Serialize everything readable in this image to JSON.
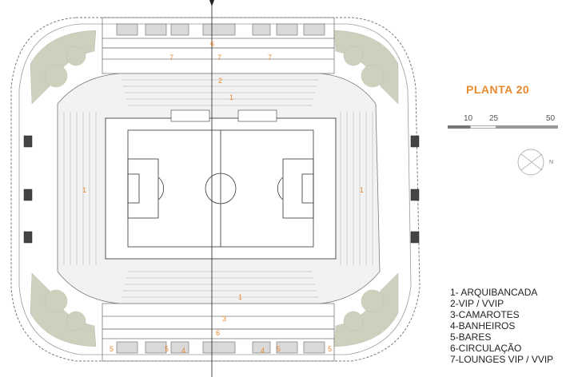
{
  "plan_title": "PLANTA 20",
  "scale_labels": [
    "10",
    "25",
    "50"
  ],
  "north_label": "N",
  "legend": [
    "1- ARQUIBANCADA",
    "2-VIP / VVIP",
    "3-CAMAROTES",
    "4-BANHEIROS",
    "5-BARES",
    "6-CIRCULAÇÃO",
    "7-LOUNGES VIP / VVIP"
  ],
  "zone_labels": {
    "stands": "1",
    "vip": "2",
    "boxes": "3",
    "restrooms": "4",
    "bars": "5",
    "circulation": "6",
    "lounges": "7"
  },
  "colors": {
    "label_orange": "#e98a2e",
    "line": "#7a7a7a",
    "trees": "#c9ccb8",
    "dark": "#555555"
  }
}
